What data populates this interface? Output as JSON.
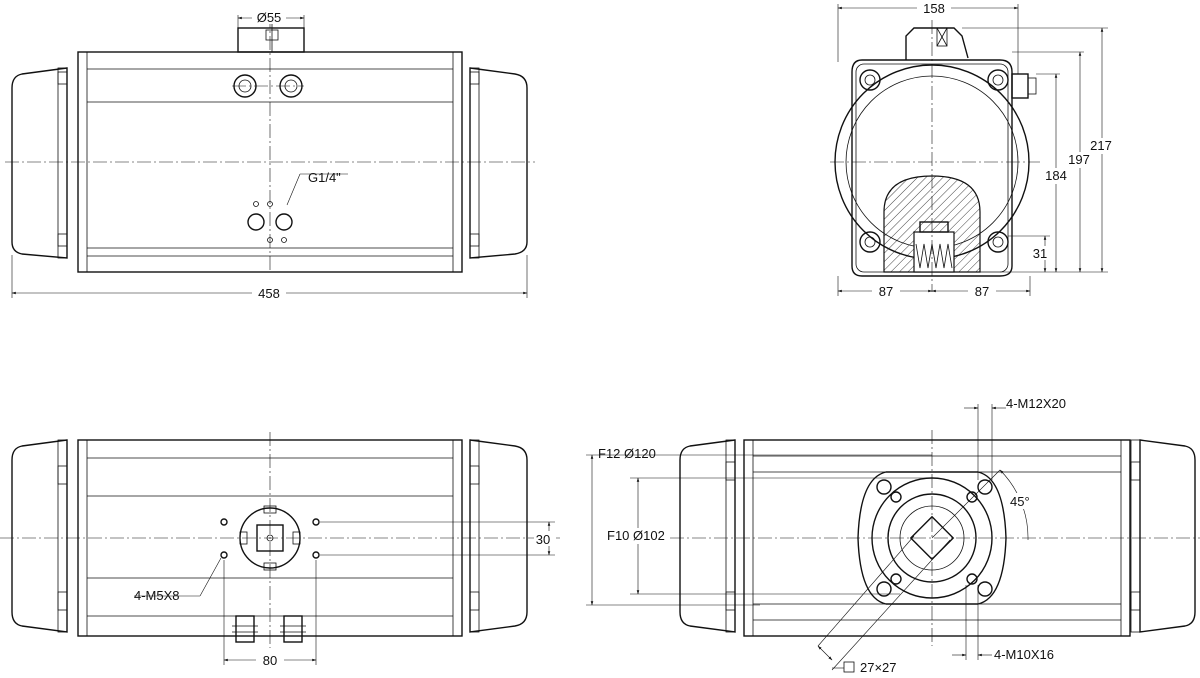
{
  "colors": {
    "line": "#111111",
    "background": "#ffffff"
  },
  "top_view": {
    "dim_shaft": "Ø55",
    "dim_length": "458",
    "port_label": "G1/4\""
  },
  "end_view": {
    "dim_width": "158",
    "dim_217": "217",
    "dim_197": "197",
    "dim_184": "184",
    "dim_31": "31",
    "dim_left_87": "87",
    "dim_right_87": "87"
  },
  "front_view": {
    "dim_30": "30",
    "dim_80": "80",
    "thread_label": "4-M5X8"
  },
  "bottom_view": {
    "dim_f12": "F12 Ø120",
    "dim_f10": "F10 Ø102",
    "thread_m12": "4-M12X20",
    "thread_m10": "4-M10X16",
    "angle": "45°",
    "square": "27×27"
  }
}
